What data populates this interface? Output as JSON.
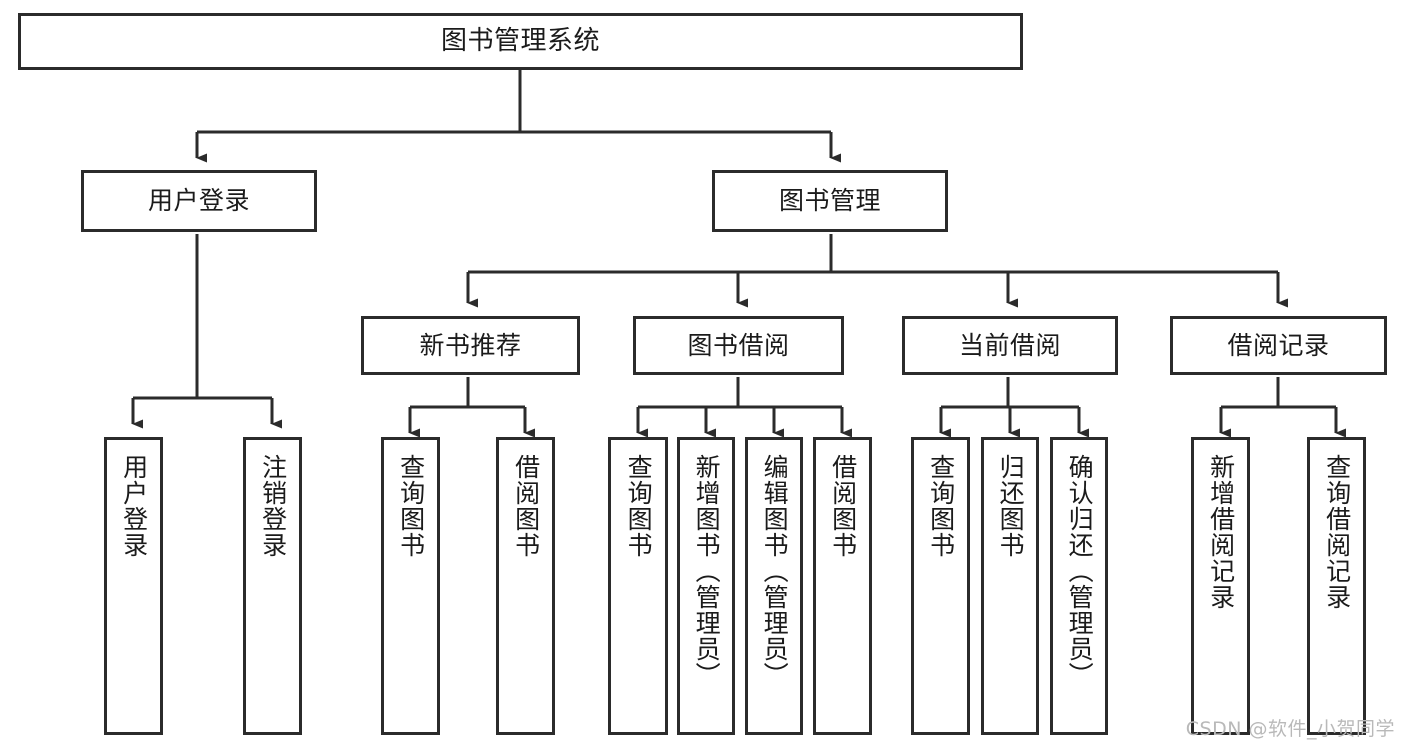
{
  "diagram": {
    "title": "图书管理系统",
    "watermark": "CSDN @软件_小贺同学",
    "line_color": "#2b2b2b",
    "box_fill": "#ffffff",
    "text_color": "#1b1b1b"
  },
  "nodes": {
    "root": {
      "label": "图书管理系统"
    },
    "level2": [
      {
        "label": "用户登录"
      },
      {
        "label": "图书管理"
      }
    ],
    "level3": [
      {
        "label": "新书推荐"
      },
      {
        "label": "图书借阅"
      },
      {
        "label": "当前借阅"
      },
      {
        "label": "借阅记录"
      }
    ],
    "leaves": {
      "user_login": [
        {
          "label": "用户登录"
        },
        {
          "label": "注销登录"
        }
      ],
      "new_book_recommend": [
        {
          "label": "查询图书"
        },
        {
          "label": "借阅图书"
        }
      ],
      "book_borrow": [
        {
          "label": "查询图书"
        },
        {
          "label": "新增图书（管理员）"
        },
        {
          "label": "编辑图书（管理员）"
        },
        {
          "label": "借阅图书"
        }
      ],
      "current_borrow": [
        {
          "label": "查询图书"
        },
        {
          "label": "归还图书"
        },
        {
          "label": "确认归还（管理员）"
        }
      ],
      "borrow_record": [
        {
          "label": "新增借阅记录"
        },
        {
          "label": "查询借阅记录"
        }
      ]
    }
  }
}
